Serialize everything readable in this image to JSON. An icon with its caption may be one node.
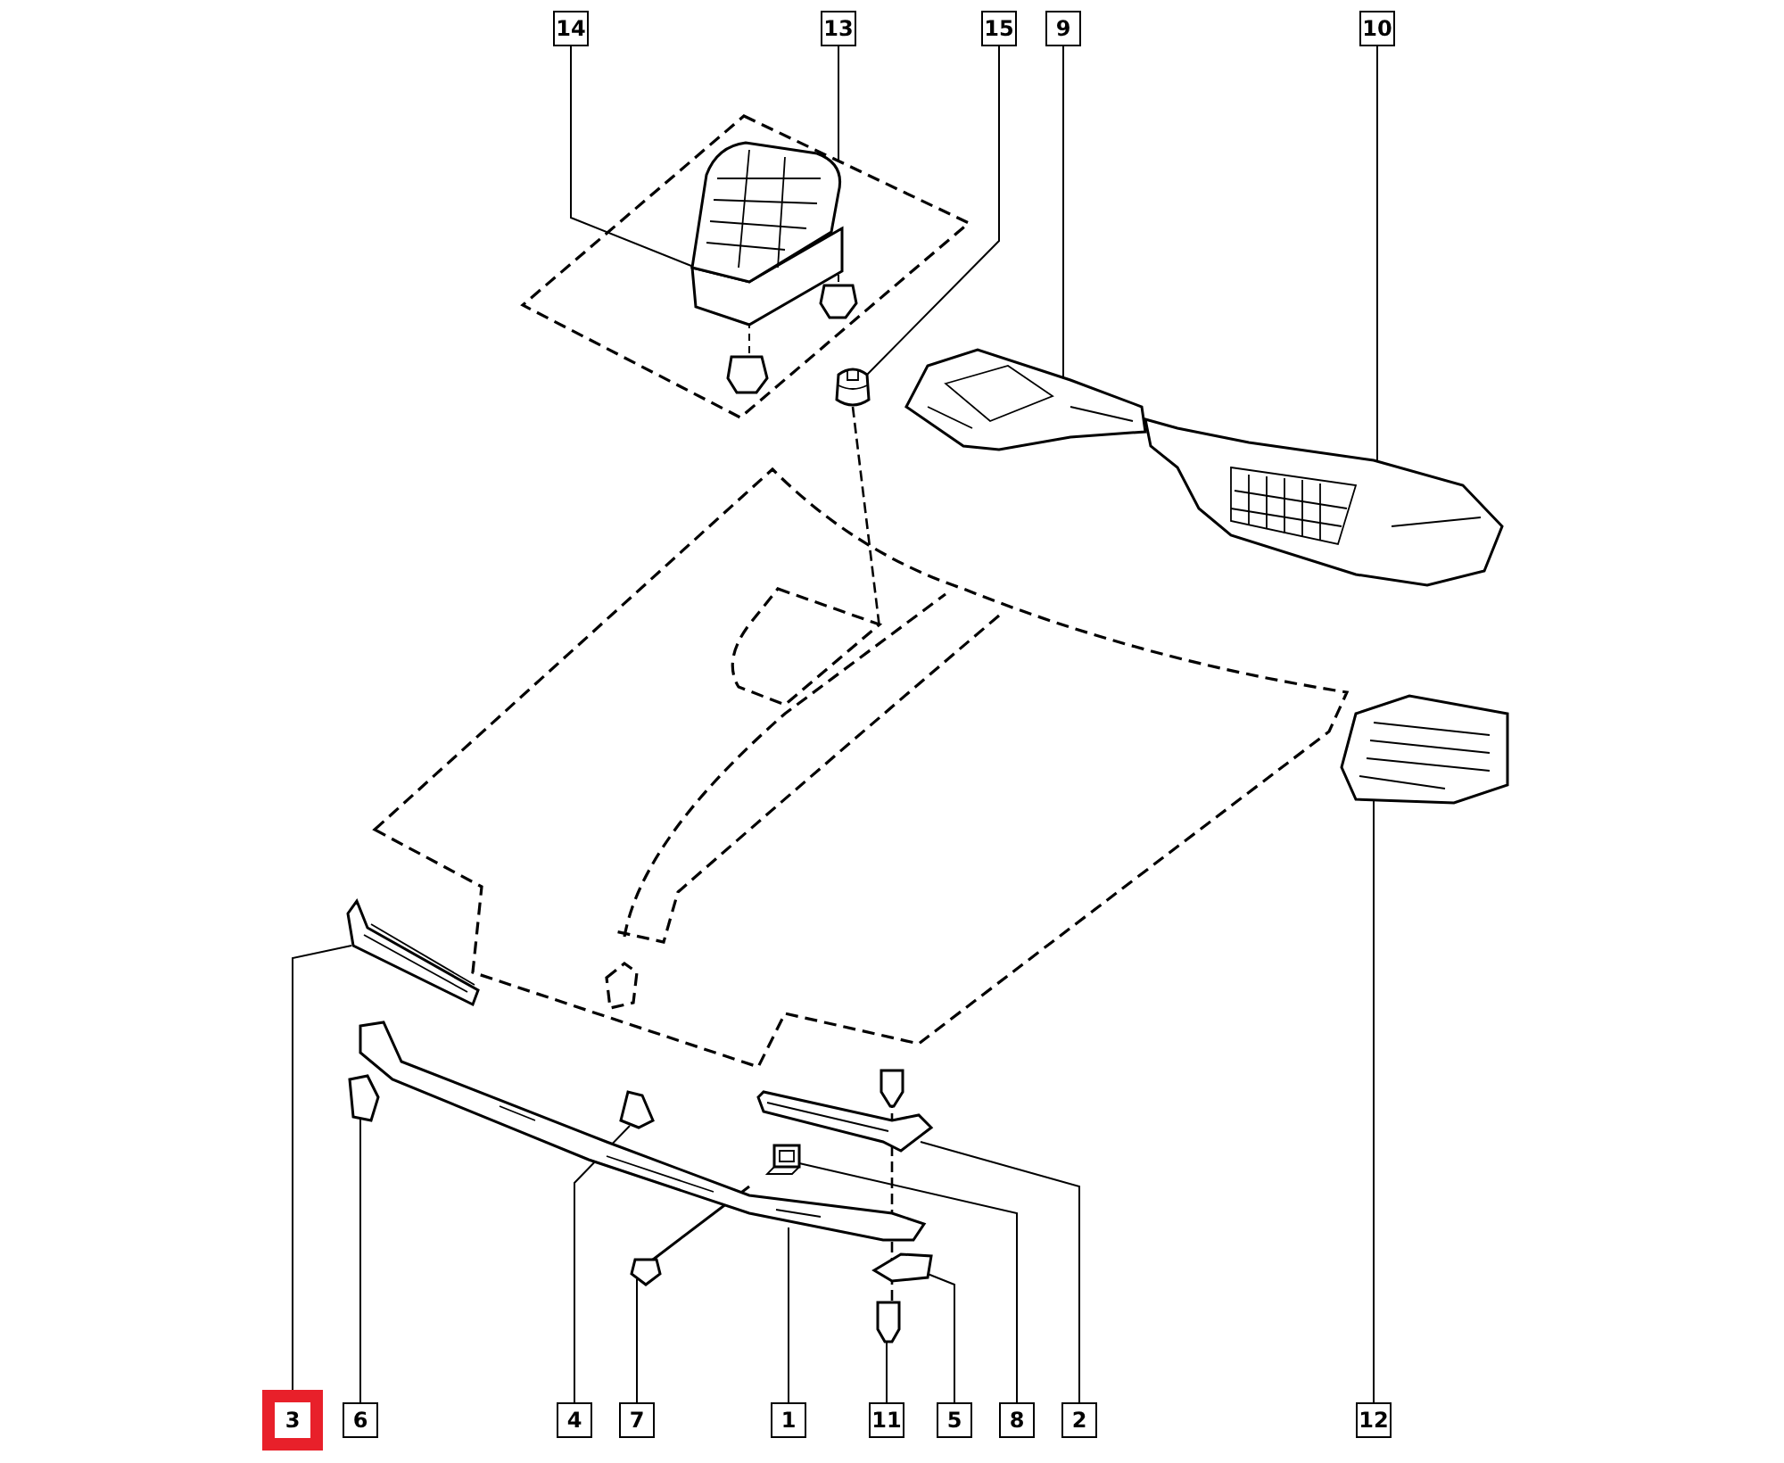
{
  "diagram": {
    "nodes": [
      {
        "text": [
          "14"
        ]
      },
      {
        "text": [
          "13"
        ]
      },
      {
        "text": [
          "15"
        ]
      },
      {
        "text": [
          "9"
        ]
      },
      {
        "text": [
          "10"
        ]
      },
      {
        "text": [
          "3"
        ]
      },
      {
        "text": [
          "6"
        ]
      },
      {
        "text": [
          "4"
        ]
      },
      {
        "text": [
          "7"
        ]
      },
      {
        "text": [
          "1"
        ]
      },
      {
        "text": [
          "11"
        ]
      },
      {
        "text": [
          "5"
        ]
      },
      {
        "text": [
          "8"
        ]
      },
      {
        "text": [
          "2"
        ]
      },
      {
        "text": [
          "12"
        ]
      },
      {
        "text": [],
        "shape": "picture"
      },
      {
        "text": [],
        "shape": "picture",
        "in": 15
      },
      {
        "text": [],
        "shape": "picture"
      },
      {
        "text": [],
        "shape": "picture"
      },
      {
        "text": [],
        "shape": "picture"
      },
      {
        "text": [],
        "shape": "picture"
      },
      {
        "text": [],
        "shape": "picture"
      },
      {
        "text": [],
        "shape": "picture"
      },
      {
        "text": [],
        "shape": "picture"
      },
      {
        "text": [],
        "shape": "picture"
      },
      {
        "text": [],
        "shape": "picture"
      },
      {
        "text": [],
        "shape": "picture"
      },
      {
        "text": [],
        "shape": "picture"
      },
      {
        "text": [],
        "shape": "picture"
      },
      {
        "text": [],
        "shape": "picture"
      }
    ],
    "edges": [
      {
        "from": 0,
        "to": 16,
        "arrow": "none"
      },
      {
        "from": 1,
        "to": 15,
        "arrow": "none"
      },
      {
        "from": 2,
        "to": 17,
        "arrow": "none"
      },
      {
        "from": 3,
        "to": 18,
        "arrow": "none"
      },
      {
        "from": 4,
        "to": 19,
        "arrow": "none"
      },
      {
        "from": 5,
        "to": 20,
        "arrow": "none"
      },
      {
        "from": 6,
        "to": 21,
        "arrow": "none"
      },
      {
        "from": 7,
        "to": 22,
        "arrow": "none"
      },
      {
        "from": 8,
        "to": 23,
        "arrow": "none"
      },
      {
        "from": 9,
        "to": 24,
        "arrow": "none"
      },
      {
        "from": 10,
        "to": 25,
        "arrow": "none"
      },
      {
        "from": 11,
        "to": 26,
        "arrow": "none"
      },
      {
        "from": 12,
        "to": 27,
        "arrow": "none"
      },
      {
        "from": 13,
        "to": 28,
        "arrow": "none"
      },
      {
        "from": 14,
        "to": 29,
        "arrow": "none"
      }
    ]
  }
}
